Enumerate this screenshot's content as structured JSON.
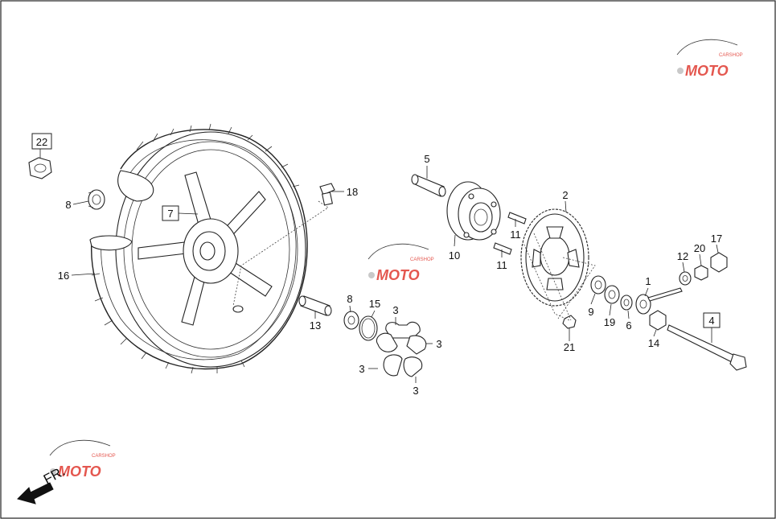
{
  "diagram": {
    "callouts": [
      "1",
      "2",
      "3",
      "4",
      "5",
      "6",
      "7",
      "8",
      "9",
      "10",
      "11",
      "12",
      "13",
      "14",
      "15",
      "16",
      "17",
      "18",
      "19",
      "20",
      "21",
      "22"
    ],
    "boxed_callouts": [
      "4",
      "7",
      "22"
    ],
    "direction_label": "FR.",
    "watermark": {
      "brand": "MOTO",
      "subtitle": "CARSHOP",
      "colors": {
        "swoosh": "#6c8ad3",
        "accent": "#e4574f",
        "gear": "#c9c9c9"
      }
    }
  }
}
